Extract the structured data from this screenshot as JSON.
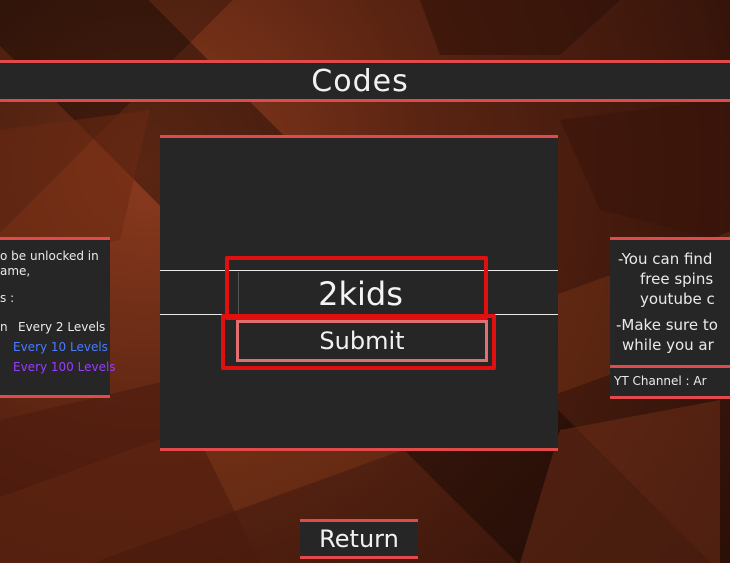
{
  "title": "Codes",
  "code_input": {
    "value": "2kids"
  },
  "submit_label": "Submit",
  "return_label": "Return",
  "left_panel": {
    "line1": "o be unlocked in",
    "line2": "ame,",
    "line3": "s :",
    "rewards": [
      {
        "prefix": "n",
        "label": "Every 2 Levels",
        "color": "#e9e9e9"
      },
      {
        "prefix": "",
        "label": "Every 10 Levels",
        "color": "#4a7bff"
      },
      {
        "prefix": "",
        "label": "Every 100 Levels",
        "color": "#9b3bff"
      }
    ]
  },
  "right_panel": {
    "line1": "-You can find",
    "line2": "free spins",
    "line3": "youtube c",
    "line4": "-Make sure to",
    "line5": "while you ar",
    "footer": "YT Channel : Ar"
  }
}
